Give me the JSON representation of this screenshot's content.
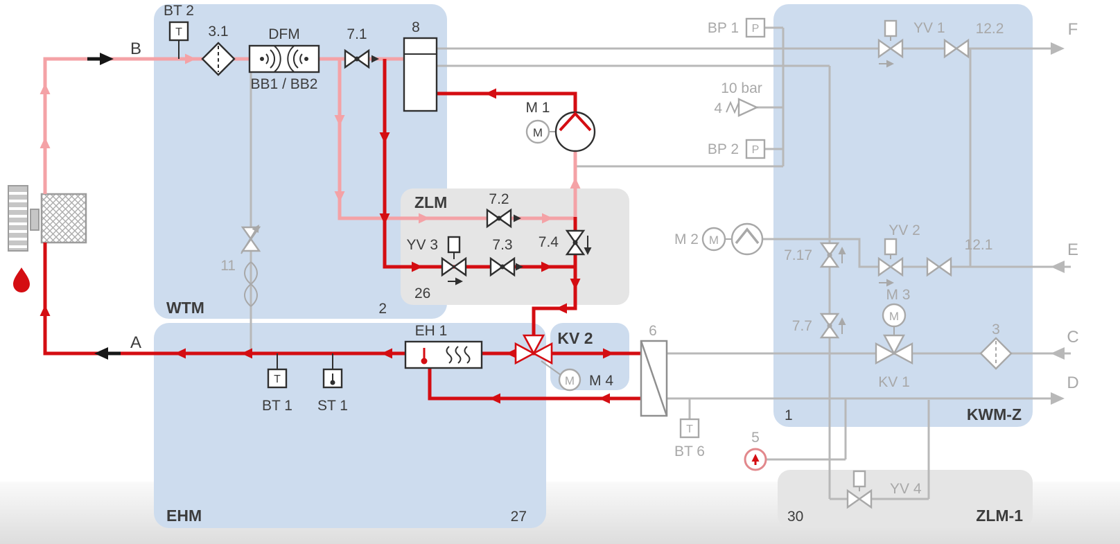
{
  "colors": {
    "active_red": "#d40d12",
    "return_pink": "#f4a2a6",
    "inactive_gray": "#b8b8b8",
    "module_blue": "#cddcee",
    "module_gray": "#e5e5e5"
  },
  "modules": {
    "wtm": {
      "name": "WTM",
      "id": "2"
    },
    "ehm": {
      "name": "EHM",
      "id": "27"
    },
    "zlm": {
      "name": "ZLM",
      "id": "26"
    },
    "kv2": {
      "name": "KV 2"
    },
    "kwmz": {
      "name": "KWM-Z",
      "id": "1"
    },
    "zlm1": {
      "name": "ZLM-1",
      "id": "30"
    }
  },
  "ports": {
    "a": "A",
    "b": "B",
    "c": "C",
    "d": "D",
    "e": "E",
    "f": "F"
  },
  "labels": {
    "bt2": "BT 2",
    "f31": "3.1",
    "dfm": "DFM",
    "bb": "BB1 / BB2",
    "v71": "7.1",
    "vessel8": "8",
    "m1": "M 1",
    "v72": "7.2",
    "yv3": "YV 3",
    "v73": "7.3",
    "v74": "7.4",
    "v11": "11",
    "bt1": "BT 1",
    "st1": "ST 1",
    "eh1": "EH 1",
    "m4": "M 4",
    "c6": "6",
    "bt6": "BT 6",
    "bp1": "BP 1",
    "bar10": "10 bar",
    "sv4": "4",
    "bp2": "BP 2",
    "m2": "M 2",
    "v717": "7.17",
    "v77": "7.7",
    "yv1": "YV 1",
    "v122": "12.2",
    "yv2": "YV 2",
    "v121": "12.1",
    "m3": "M 3",
    "kv1": "KV 1",
    "f3": "3",
    "c5": "5",
    "yv4": "YV 4"
  },
  "glyphs": {
    "t": "T",
    "p": "P",
    "m": "M"
  }
}
